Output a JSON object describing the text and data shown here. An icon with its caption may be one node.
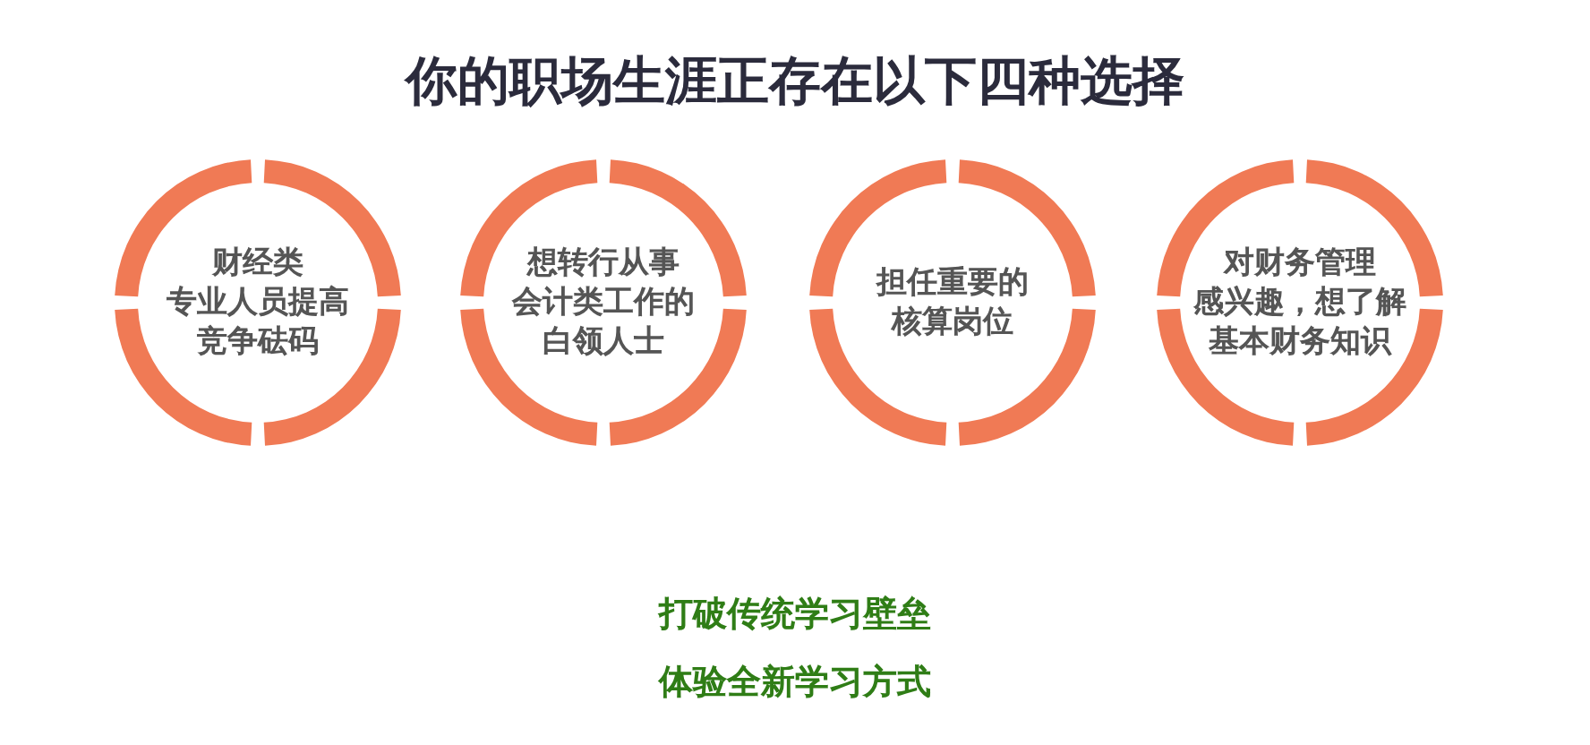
{
  "diagram": {
    "title": "你的职场生涯正存在以下四种选择",
    "nodes": [
      {
        "text": [
          "财经类专业人员提高竞争砝码"
        ]
      },
      {
        "text": [
          "想转行从事会计类工作的白领人士"
        ]
      },
      {
        "text": [
          "担任重要的核算岗位"
        ]
      },
      {
        "text": [
          "对财务管理感兴趣，想了解基本财务知识"
        ]
      }
    ],
    "labels": [
      "打破传统学习壁垒",
      "体验全新学习方式"
    ]
  }
}
